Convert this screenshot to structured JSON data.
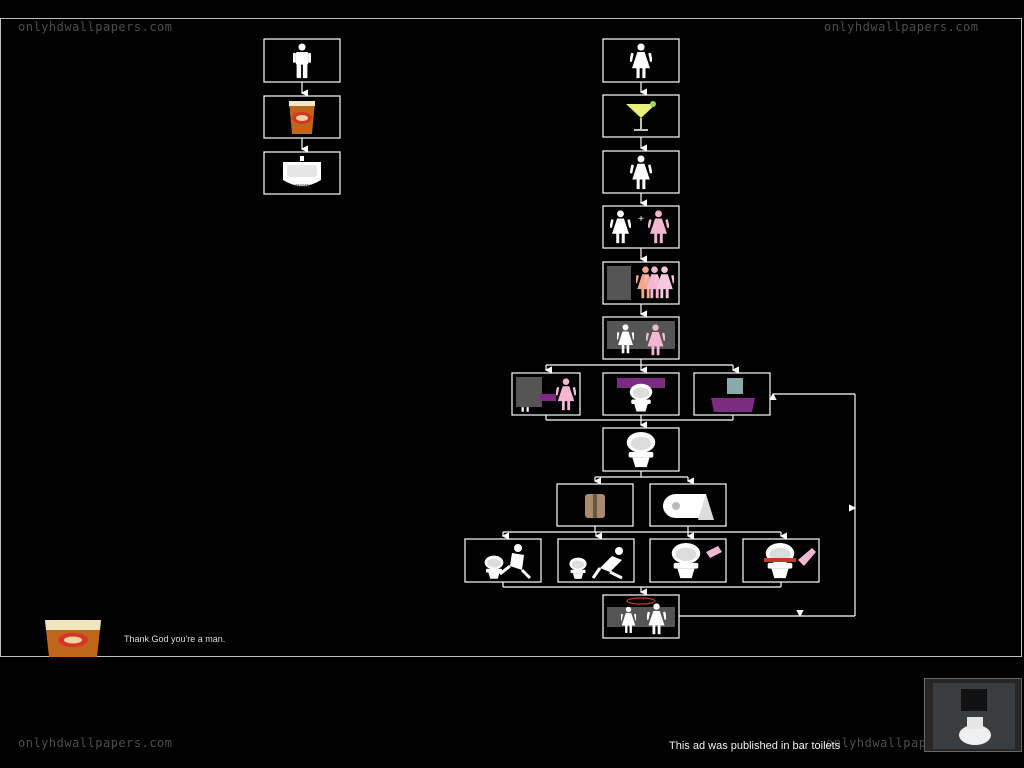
{
  "watermark": {
    "site": "onlyhdwallpapers.com"
  },
  "ad": {
    "tagline": "Thank God you're a man.",
    "published_note": "This ad was published in bar toilets"
  },
  "colors": {
    "background": "#000000",
    "line": "#ffffff",
    "beer": "#c0651c",
    "accent_pink": "#f4b7d2",
    "accent_purple": "#7d2a83"
  },
  "icons": {
    "man_path": [
      "man-icon",
      "beer-glass-icon",
      "urinal-icon"
    ],
    "woman_path": [
      "woman-icon",
      "cocktail-icon",
      "woman-icon",
      "two-women-icon",
      "queue-icon",
      "stall-icon",
      "bathroom-choice-icons",
      "toilet-icon",
      "toilet-paper-icons",
      "posture-icons",
      "stall-exit-icon"
    ]
  }
}
